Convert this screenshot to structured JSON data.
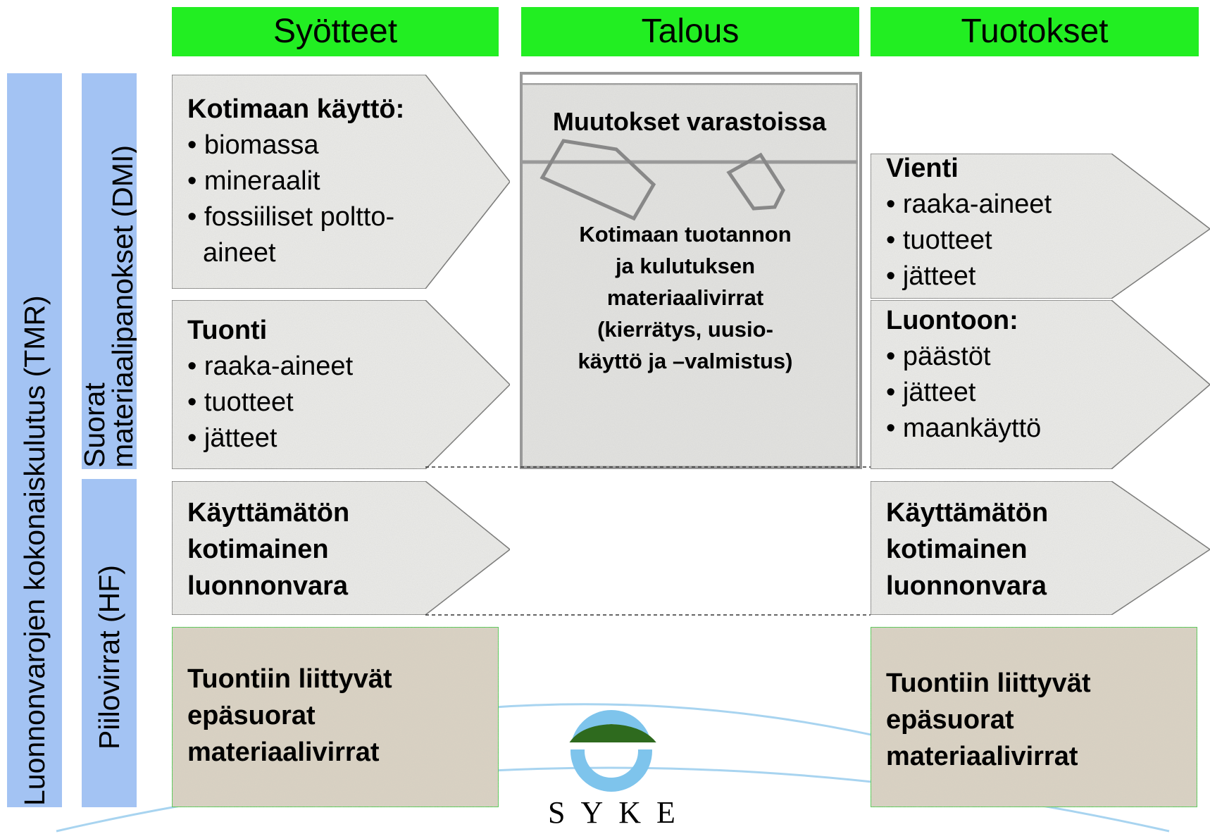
{
  "columns": {
    "inputs": "Syötteet",
    "economy": "Talous",
    "outputs": "Tuotokset"
  },
  "side_labels": {
    "tmr": "Luonnonvarojen kokonaiskulutus (TMR)",
    "dmi_line1": "Suorat",
    "dmi_line2": "materiaalipanokset (DMI)",
    "hf": "Piilovirrat (HF)"
  },
  "inputs": {
    "domestic": {
      "title": "Kotimaan käyttö:",
      "items": [
        "biomassa",
        "mineraalit",
        "fossiiliset poltto-"
      ],
      "continuation": "aineet"
    },
    "imports": {
      "title": "Tuonti",
      "items": [
        "raaka-aineet",
        "tuotteet",
        "jätteet"
      ]
    },
    "unused": {
      "lines": [
        "Käyttämätön",
        "kotimainen",
        "luonnonvara"
      ]
    },
    "indirect": {
      "lines": [
        "Tuontiin liittyvät",
        "epäsuorat",
        "materiaalivirrat"
      ]
    }
  },
  "economy": {
    "stock_title": "Muutokset varastoissa",
    "flows_lines": [
      "Kotimaan tuotannon",
      "ja kulutuksen",
      "materiaalivirrat",
      "(kierrätys, uusio-",
      "käyttö ja –valmistus)"
    ]
  },
  "outputs": {
    "exports": {
      "title": "Vienti",
      "items": [
        "raaka-aineet",
        "tuotteet",
        "jätteet"
      ]
    },
    "nature": {
      "title": "Luontoon:",
      "items": [
        "päästöt",
        "jätteet",
        "maankäyttö"
      ]
    },
    "unused": {
      "lines": [
        "Käyttämätön",
        "kotimainen",
        "luonnonvara"
      ]
    },
    "indirect": {
      "lines": [
        "Tuontiin liittyvät",
        "epäsuorat",
        "materiaalivirrat"
      ]
    }
  },
  "logo": {
    "text": "SYKE"
  },
  "colors": {
    "header_green": "#22ee22",
    "side_blue": "#a3c3f3",
    "arrow_fill": "#ececea",
    "hidden_fill": "#dcd3c3",
    "box_border": "#999999",
    "logo_blue": "#7ec4ec"
  }
}
